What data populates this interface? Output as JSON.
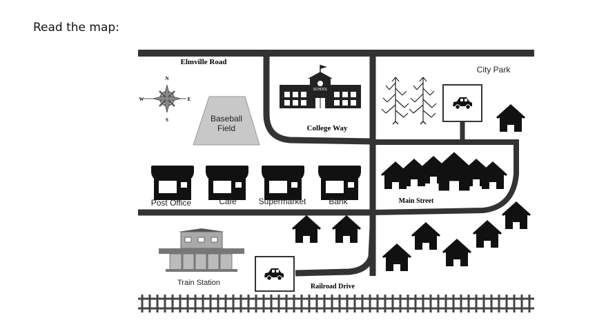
{
  "prompt": "Read the map:",
  "compass": {
    "n": "N",
    "s": "S",
    "e": "E",
    "w": "W"
  },
  "labels": {
    "elmville_road": "Elmville Road",
    "city_park": "City Park",
    "baseball_line1": "Baseball",
    "baseball_line2": "Field",
    "college_way": "College Way",
    "school_sign": "SCHOOL",
    "post_office": "Post Office",
    "cafe": "Cafe",
    "supermarket": "Supermarket",
    "bank": "Bank",
    "main_street": "Main Street",
    "train_station": "Train Station",
    "railroad_drive": "Railroad Drive"
  },
  "icons": [
    "compass-icon",
    "school-icon",
    "tree-icon",
    "car-icon",
    "house-icon",
    "store-icon",
    "train-station-icon",
    "railroad-track"
  ]
}
